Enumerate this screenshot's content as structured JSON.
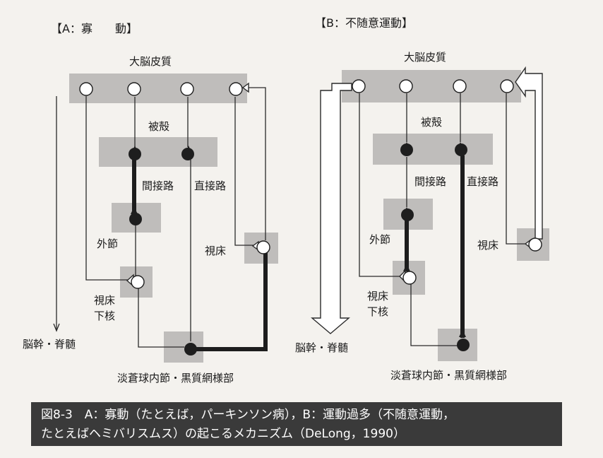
{
  "panel_a": {
    "title": "【A：寡　　動】",
    "labels": {
      "cortex": "大脳皮質",
      "putamen": "被殻",
      "indirect": "間接路",
      "direct": "直接路",
      "gpe": "外節",
      "thalamus": "視床",
      "stn_line1": "視床",
      "stn_line2": "下核",
      "brainstem": "脳幹・脊髄",
      "gpi": "淡蒼球内節・黒質網様部"
    }
  },
  "panel_b": {
    "title": "【B：不随意運動】",
    "labels": {
      "cortex": "大脳皮質",
      "putamen": "被殻",
      "indirect": "間接路",
      "direct": "直接路",
      "gpe": "外節",
      "thalamus": "視床",
      "stn_line1": "視床",
      "stn_line2": "下核",
      "brainstem": "脳幹・脊髄",
      "gpi": "淡蒼球内節・黒質網様部"
    }
  },
  "caption": {
    "line1": "図8-3　A：寡動（たとえば，パーキンソン病），B：運動過多（不随意運動，",
    "line2": "たとえばヘミバリスムス）の起こるメカニズム（DeLong，1990）"
  },
  "colors": {
    "box_fill": "#bfbdbb",
    "caption_bar": "#3a3a3a",
    "pathway_line": "#1d1d1d"
  }
}
